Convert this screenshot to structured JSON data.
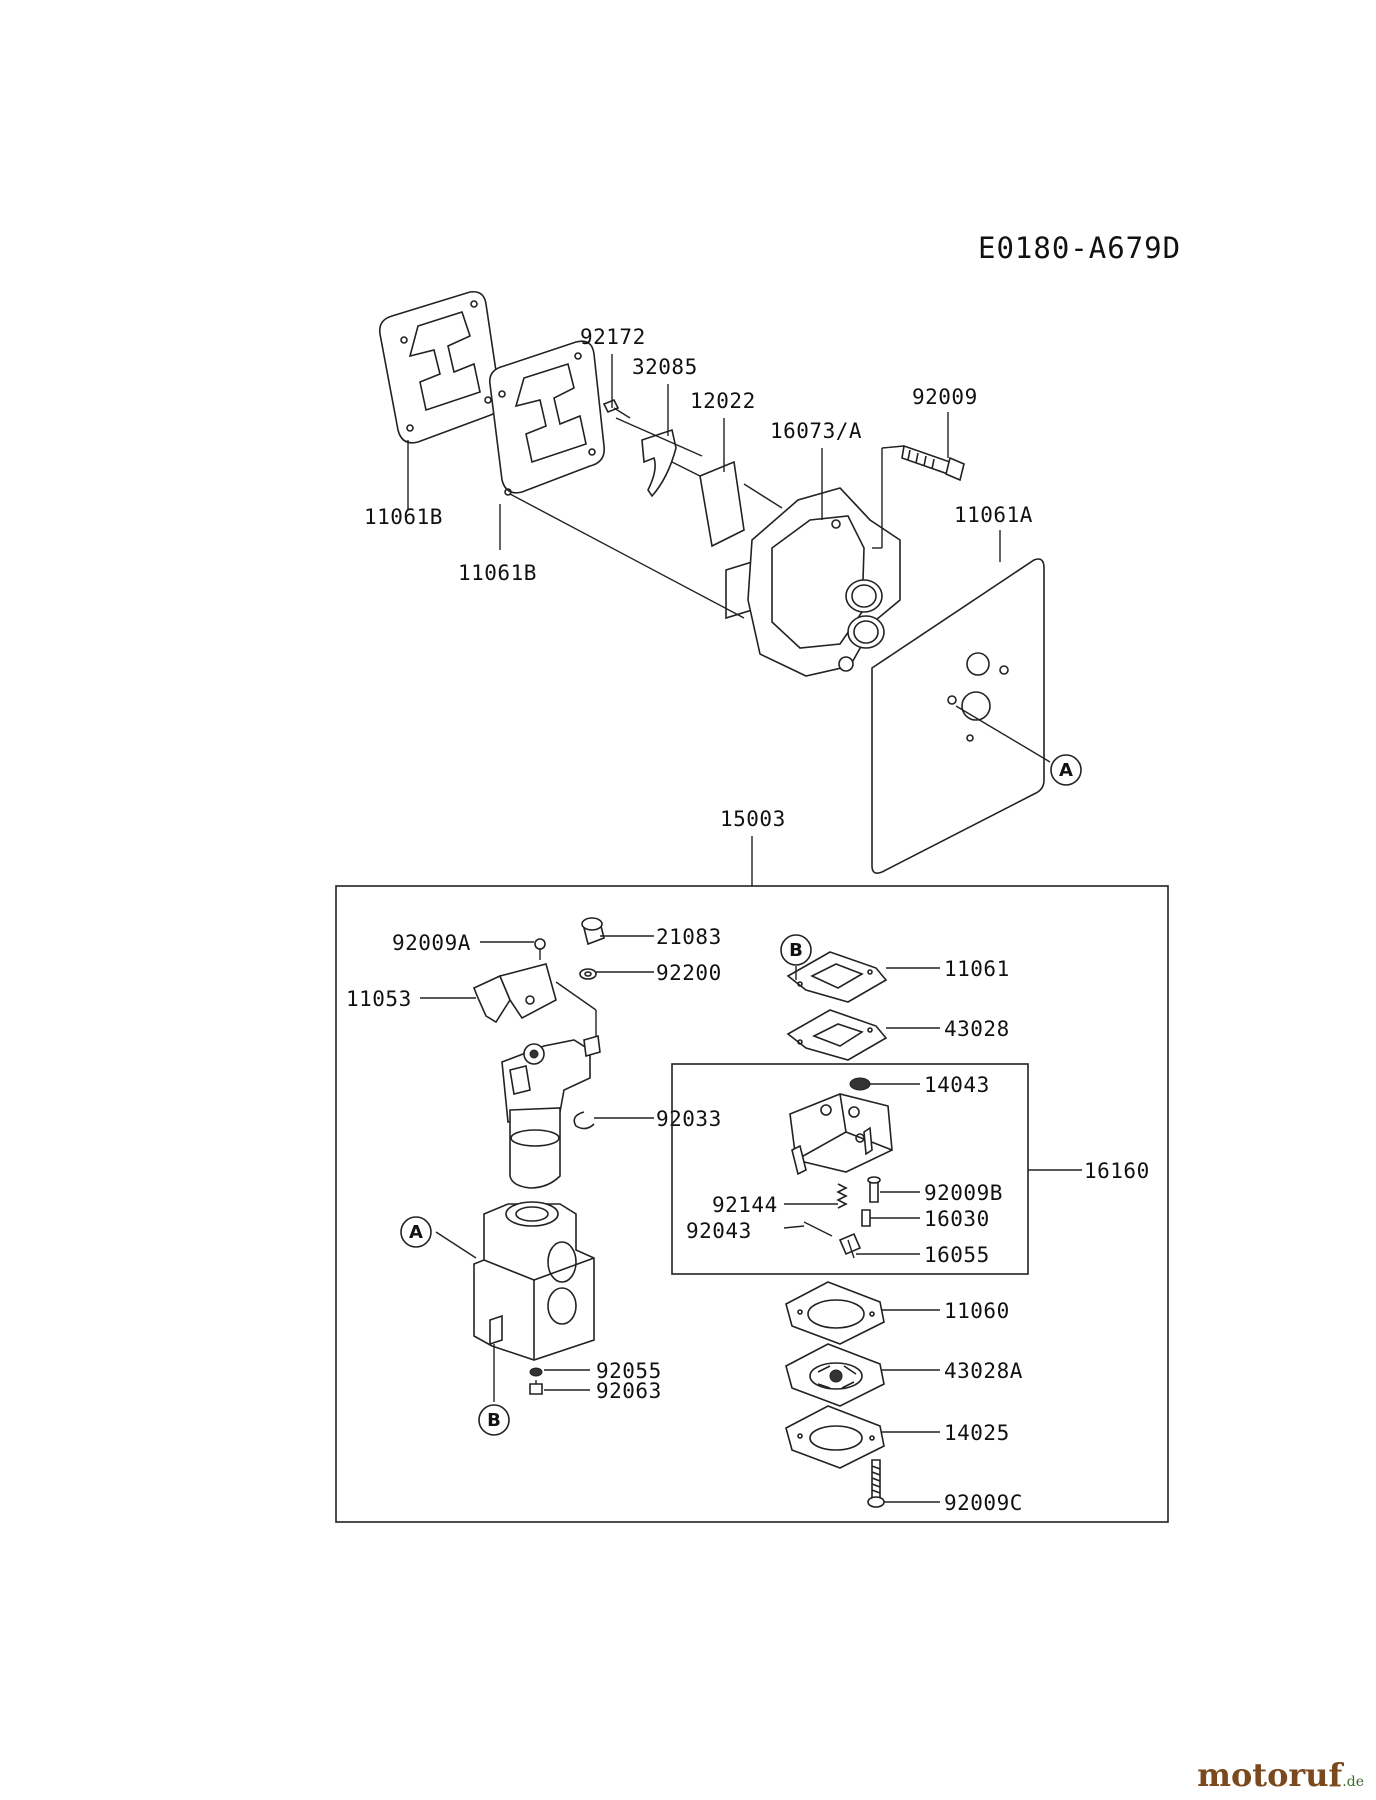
{
  "diagram_code": "E0180-A679D",
  "labels": {
    "11061B_a": "11061B",
    "11061B_b": "11061B",
    "92172": "92172",
    "32085": "32085",
    "12022": "12022",
    "16073A": "16073/A",
    "92009": "92009",
    "11061A": "11061A",
    "15003": "15003",
    "92009A": "92009A",
    "21083": "21083",
    "92200": "92200",
    "11053": "11053",
    "92033": "92033",
    "11061": "11061",
    "43028": "43028",
    "14043": "14043",
    "16160": "16160",
    "92009B": "92009B",
    "92144": "92144",
    "16030": "16030",
    "92043": "92043",
    "16055": "16055",
    "11060": "11060",
    "43028A": "43028A",
    "14025": "14025",
    "92009C": "92009C",
    "92055": "92055",
    "92063": "92063"
  },
  "callouts": {
    "A_top": "A",
    "A_body": "A",
    "B_bottom": "B",
    "B_top": "B"
  },
  "watermark": {
    "brand": "motoruf",
    "tld": ".de"
  }
}
